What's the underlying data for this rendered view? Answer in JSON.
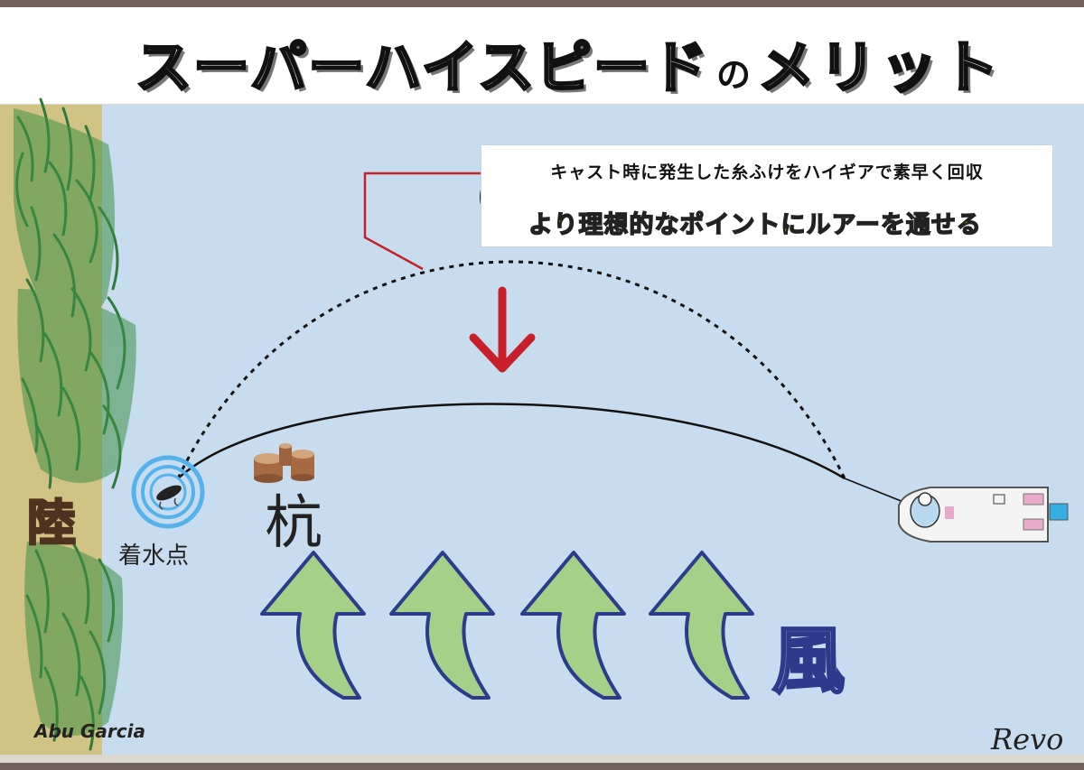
{
  "title": {
    "main": "スーパーハイスピード",
    "particle": "の",
    "accent": "メリット"
  },
  "callout": {
    "line1": "キャスト時に発生した糸ふけをハイギアで素早く回収",
    "line2": "より理想的なポイントにルアーを通せる"
  },
  "labels": {
    "land": "陸",
    "splash_point": "着水点",
    "stake": "杭",
    "wind": "風"
  },
  "brand": {
    "abu": "Abu Garcia",
    "revo": "Revo"
  },
  "colors": {
    "water": "#c7ddef",
    "bank": "#d1c384",
    "grass": "#2f7a3a",
    "wind_arrow_fill": "#a6cf88",
    "wind_arrow_stroke": "#2d3b8c",
    "callout_highlight": "#f7d800",
    "down_arrow": "#c8202b",
    "leader_line": "#c8202b",
    "splash_ring": "#55b2ea"
  },
  "icons": [
    "grass-icon",
    "lure-icon",
    "stake-icon",
    "boat-icon",
    "angler-icon",
    "wind-arrow-icon",
    "curved-arrow-icon",
    "down-arrow-icon"
  ]
}
